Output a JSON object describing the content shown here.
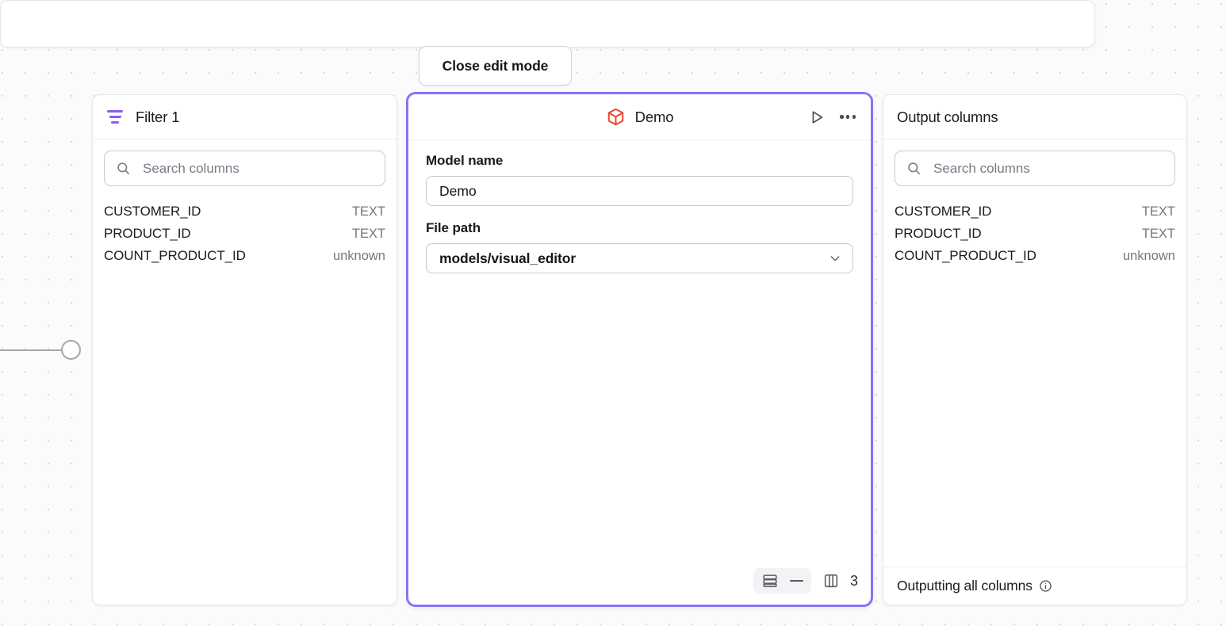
{
  "toolbar": {
    "close_edit_mode_label": "Close edit mode"
  },
  "filter_panel": {
    "icon": "filter-icon",
    "title": "Filter 1",
    "search": {
      "icon": "search-icon",
      "value": "",
      "placeholder": "Search columns"
    },
    "columns": [
      {
        "name": "CUSTOMER_ID",
        "type": "TEXT"
      },
      {
        "name": "PRODUCT_ID",
        "type": "TEXT"
      },
      {
        "name": "COUNT_PRODUCT_ID",
        "type": "unknown"
      }
    ]
  },
  "demo_panel": {
    "icon": "cube-icon",
    "icon_color": "#e8492f",
    "border_color": "#8276f5",
    "title": "Demo",
    "actions": {
      "run_icon": "play-icon",
      "more_icon": "ellipsis-horizontal-icon"
    },
    "fields": {
      "model_name_label": "Model name",
      "model_name_value": "Demo",
      "model_name_placeholder": "Model name",
      "file_path_label": "File path",
      "file_path_value": "models/visual_editor",
      "file_path_chevron": "chevron-down-icon"
    },
    "footer": {
      "rows_icon": "rows-icon",
      "rows_value": "—",
      "columns_icon": "columns-icon",
      "columns_count": "3"
    }
  },
  "output_panel": {
    "title": "Output columns",
    "search": {
      "icon": "search-icon",
      "value": "",
      "placeholder": "Search columns"
    },
    "columns": [
      {
        "name": "CUSTOMER_ID",
        "type": "TEXT"
      },
      {
        "name": "PRODUCT_ID",
        "type": "TEXT"
      },
      {
        "name": "COUNT_PRODUCT_ID",
        "type": "unknown"
      }
    ],
    "footer": {
      "label": "Outputting all columns",
      "info_icon": "info-circle-icon"
    }
  },
  "canvas": {
    "connector": "edge-connector-handle",
    "grid": "dot-grid"
  }
}
